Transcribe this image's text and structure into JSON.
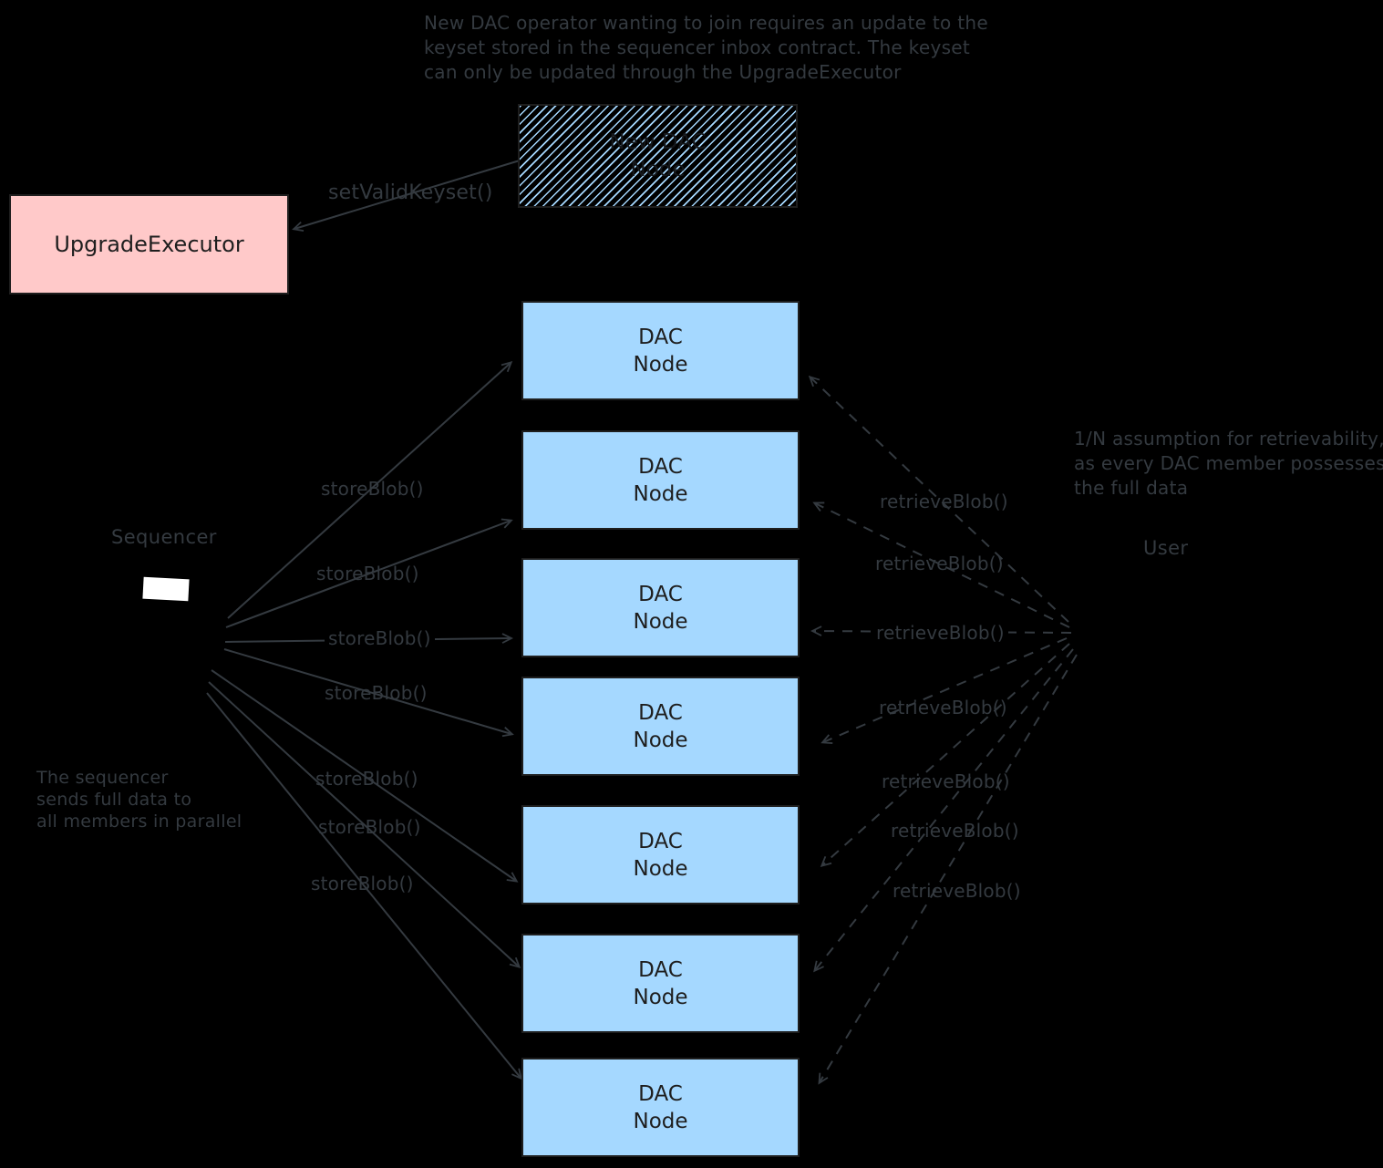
{
  "canvas": {
    "bg": "#000000"
  },
  "colors": {
    "annotation": "#343a40",
    "box_border": "#1e1e1e",
    "box_text": "#1e1e1e",
    "blue_fill": "#a5d8ff",
    "pink_fill": "#ffc9c9",
    "white": "#ffffff"
  },
  "notes": {
    "keyset": [
      "New DAC operator wanting to join requires an update to the",
      "keyset stored in the sequencer inbox contract. The keyset",
      "can only be updated through the UpgradeExecutor"
    ],
    "retrievability": [
      "1/N assumption for retrievability,",
      "as every DAC member possesses",
      "the full data"
    ],
    "parallel": [
      "The sequencer",
      "sends full data to",
      "all members in parallel"
    ]
  },
  "actors": {
    "sequencer": "Sequencer",
    "user": "User"
  },
  "boxes": {
    "upgrade_executor": "UpgradeExecutor",
    "new_dac_node": [
      "New DAC",
      "Node"
    ]
  },
  "dac_nodes": [
    [
      "DAC",
      "Node"
    ],
    [
      "DAC",
      "Node"
    ],
    [
      "DAC",
      "Node"
    ],
    [
      "DAC",
      "Node"
    ],
    [
      "DAC",
      "Node"
    ],
    [
      "DAC",
      "Node"
    ],
    [
      "DAC",
      "Node"
    ]
  ],
  "calls": {
    "set_valid_keyset": "setValidKeyset()",
    "store_blob": [
      "storeBlob()",
      "storeBlob()",
      "storeBlob()",
      "storeBlob()",
      "storeBlob()",
      "storeBlob()",
      "storeBlob()"
    ],
    "retrieve_blob": [
      "retrieveBlob()",
      "retrieveBlob()",
      "retrieveBlob()",
      "retrieveBlob()",
      "retrieveBlob()",
      "retrieveBlob()",
      "retrieveBlob()"
    ]
  }
}
